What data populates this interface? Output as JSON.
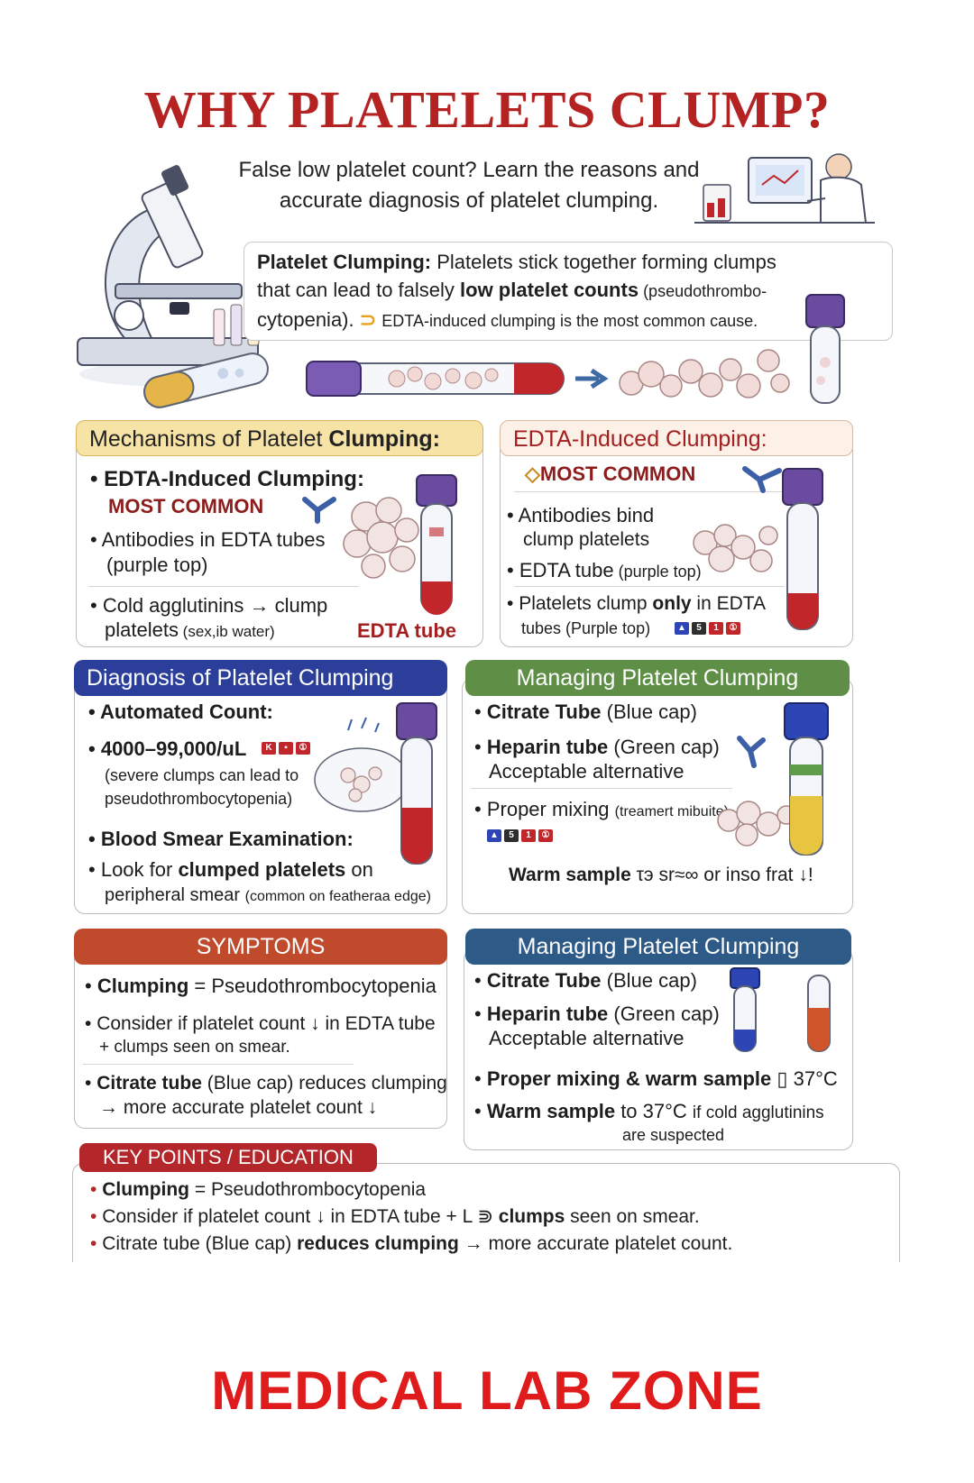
{
  "title": "WHY PLATELETS CLUMP?",
  "subtitle": "False low platelet count? Learn the reasons and accurate diagnosis of platelet clumping.",
  "intro": {
    "term": "Platelet Clumping:",
    "text_a": " Platelets stick together forming clumps",
    "text_b": "that can lead to falsely ",
    "bold_b": "low platelet counts",
    "small_b": " (pseudothrombo-",
    "text_c": "cytopenia). ",
    "note": "EDTA-induced clumping is the most common cause."
  },
  "mechanisms": {
    "header_a": "Mechanisms of Platelet ",
    "header_b": "Clumping:",
    "item1": "EDTA-Induced Clumping:",
    "item1_tag": "MOST COMMON",
    "item2_a": "Antibodies in EDTA tubes",
    "item2_b": "(purple top)",
    "item3_a": "Cold agglutinins → clump",
    "item3_b": "platelets",
    "item3_small": " (sex,ib water)",
    "tube_label": "EDTA tube"
  },
  "edta": {
    "header": "EDTA-Induced Clumping:",
    "tag": "MOST COMMON",
    "item1_a": "Antibodies bind",
    "item1_b": "clump platelets",
    "item2_a": "EDTA tube",
    "item2_small": " (purple top)",
    "item3_a": "Platelets clump ",
    "item3_bold": "only",
    "item3_c": " in EDTA",
    "item3_d": "tubes (Purple top)"
  },
  "diagnosis": {
    "header": "Diagnosis of Platelet Clumping",
    "item1": "Automated Count:",
    "item2": "4000–99,000/uL",
    "item2_sub_a": "(severe clumps can lead to",
    "item2_sub_b": "pseudothrombocytopenia)",
    "item3": "Blood Smear Examination:",
    "item4_a": "Look for ",
    "item4_bold": "clumped platelets",
    "item4_c": " on",
    "item4_d": "peripheral smear ",
    "item4_small": "(common on featheraa edge)"
  },
  "managing1": {
    "header": "Managing Platelet Clumping",
    "item1_bold": "Citrate Tube",
    "item1_rest": " (Blue cap)",
    "item2_bold": "Heparin tube",
    "item2_rest": " (Green cap)",
    "item2_sub": "Acceptable alternative",
    "item3_a": "Proper mixing ",
    "item3_small": "(treamert mibuite)",
    "item4_bold": "Warm sample",
    "item4_rest": " τэ sr≈∞ or inso frat ↓!"
  },
  "symptoms": {
    "header": "SYMPTOMS",
    "item1_bold": "Clumping",
    "item1_rest": " = Pseudothrombocytopenia",
    "item2_a": "Consider if platelet count ↓ in EDTA tube",
    "item2_b": "+ clumps seen on smear.",
    "item3_bold": "Citrate tube",
    "item3_rest": " (Blue cap) reduces clumping",
    "item3_b": "→ more accurate platelet count ↓"
  },
  "managing2": {
    "header": "Managing Platelet Clumping",
    "item1_bold": "Citrate Tube",
    "item1_rest": " (Blue cap)",
    "item2_bold": "Heparin tube",
    "item2_rest": " (Green cap)",
    "item2_sub": "Acceptable alternative",
    "item3_bold": "Proper mixing & warm sample",
    "item3_rest": " ▯ 37°C",
    "item4_bold": "Warm sample",
    "item4_rest": " to 37°C ",
    "item4_small": "if cold agglutinins",
    "item4_b": "are suspected"
  },
  "key_points": {
    "header": "KEY POINTS / EDUCATION",
    "item1_bold": "Clumping",
    "item1_rest": " = Pseudothrombocytopenia",
    "item2_a": "Consider if platelet count ↓ in EDTA tube + L ⋑ ",
    "item2_bold": "clumps",
    "item2_c": " seen on smear.",
    "item3_a": "Citrate tube (Blue cap) ",
    "item3_bold": "reduces clumping",
    "item3_c": " → more accurate platelet count."
  },
  "brand": "MEDICAL LAB ZONE",
  "colors": {
    "title": "#b42222",
    "brand": "#e01b1b",
    "purple_cap": "#6a4ba0",
    "blue_cap": "#2e46b5",
    "blood": "#c0262a"
  }
}
